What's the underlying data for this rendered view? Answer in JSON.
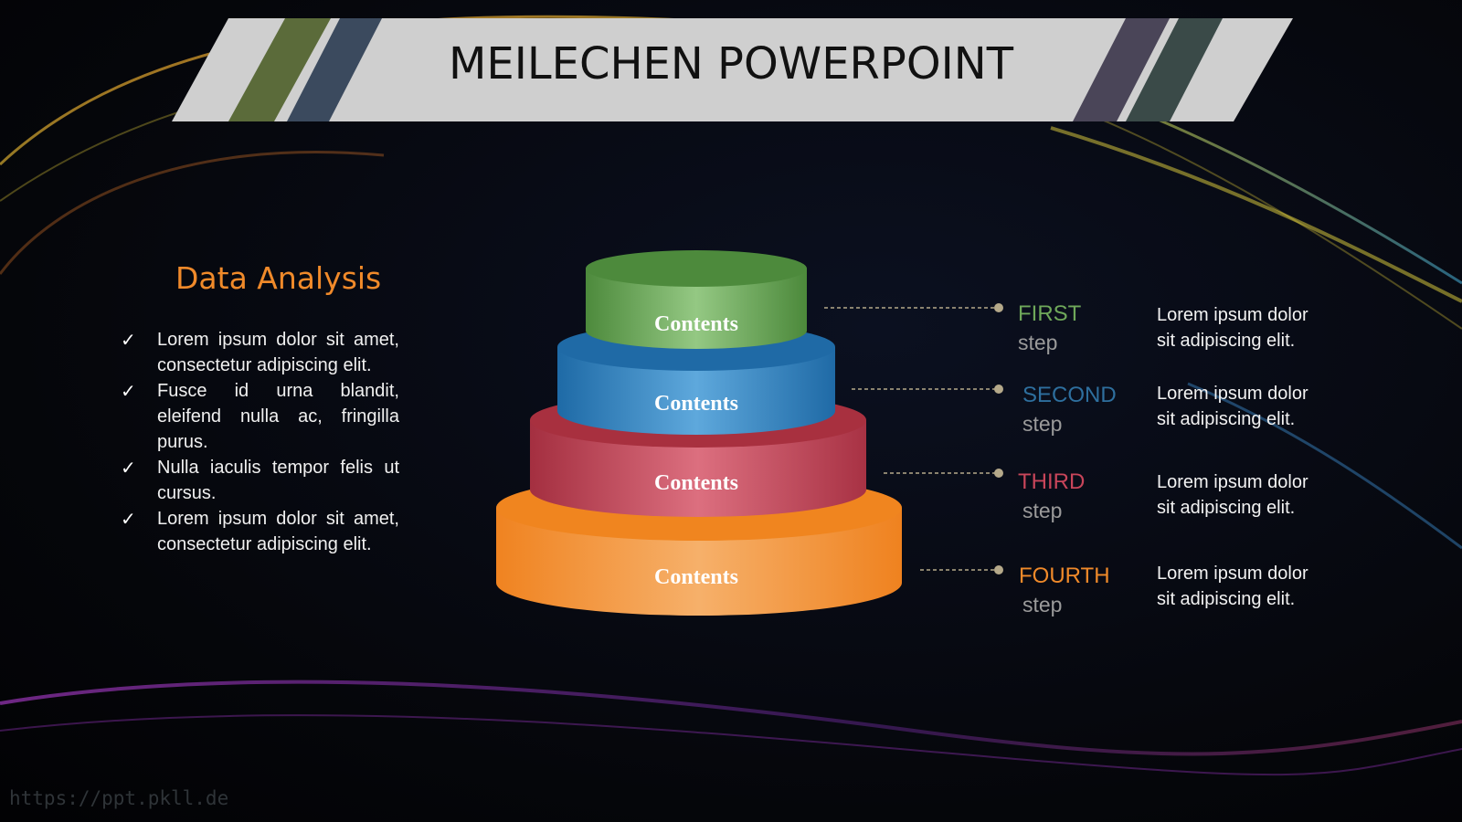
{
  "title": "MEILECHEN POWERPOINT",
  "section_title": "Data Analysis",
  "bullets": [
    "Lorem ipsum dolor sit amet, consectetur adipiscing elit.",
    "Fusce id urna blandit, eleifend nulla ac, fringilla purus.",
    "Nulla iaculis tempor felis ut cursus.",
    "Lorem ipsum dolor sit amet, consectetur adipiscing elit."
  ],
  "bullet_icon": "check-icon",
  "layers": [
    {
      "label": "Contents",
      "color": "#6fae5c"
    },
    {
      "label": "Contents",
      "color": "#2f86c6"
    },
    {
      "label": "Contents",
      "color": "#c8455a"
    },
    {
      "label": "Contents",
      "color": "#f7892a"
    }
  ],
  "steps": [
    {
      "title": "FIRST",
      "sub": "step",
      "desc_line1": "Lorem ipsum dolor",
      "desc_line2": "sit adipiscing elit.",
      "color": "#6fa85a"
    },
    {
      "title": "SECOND",
      "sub": "step",
      "desc_line1": "Lorem ipsum dolor",
      "desc_line2": "sit adipiscing elit.",
      "color": "#2e6f9e"
    },
    {
      "title": "THIRD",
      "sub": "step",
      "desc_line1": "Lorem ipsum dolor",
      "desc_line2": "sit adipiscing elit.",
      "color": "#c8455a"
    },
    {
      "title": "FOURTH",
      "sub": "step",
      "desc_line1": "Lorem ipsum dolor",
      "desc_line2": "sit adipiscing elit.",
      "color": "#f08a2a"
    }
  ],
  "watermark": "https://ppt.pkll.de"
}
